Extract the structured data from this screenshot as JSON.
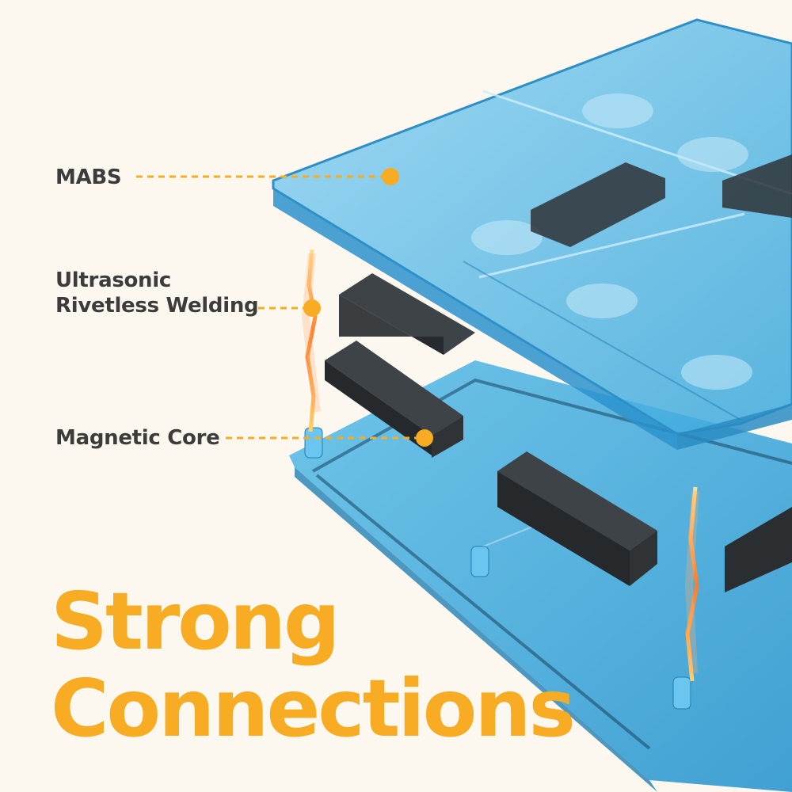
{
  "callouts": {
    "mabs": "MABS",
    "welding_line1": "Ultrasonic",
    "welding_line2": "Rivetless Welding",
    "core": "Magnetic Core"
  },
  "headline": {
    "line1": "Strong",
    "line2": "Connections"
  },
  "colors": {
    "background": "#fdf8ef",
    "accent": "#f7ac24",
    "label_text": "#3c3c3c",
    "tile_blue": "#3aa8dc",
    "magnet": "#2f3336",
    "spark": "#ff7a2a"
  },
  "icons": [
    "weld-spark-icon",
    "callout-dot-icon"
  ]
}
